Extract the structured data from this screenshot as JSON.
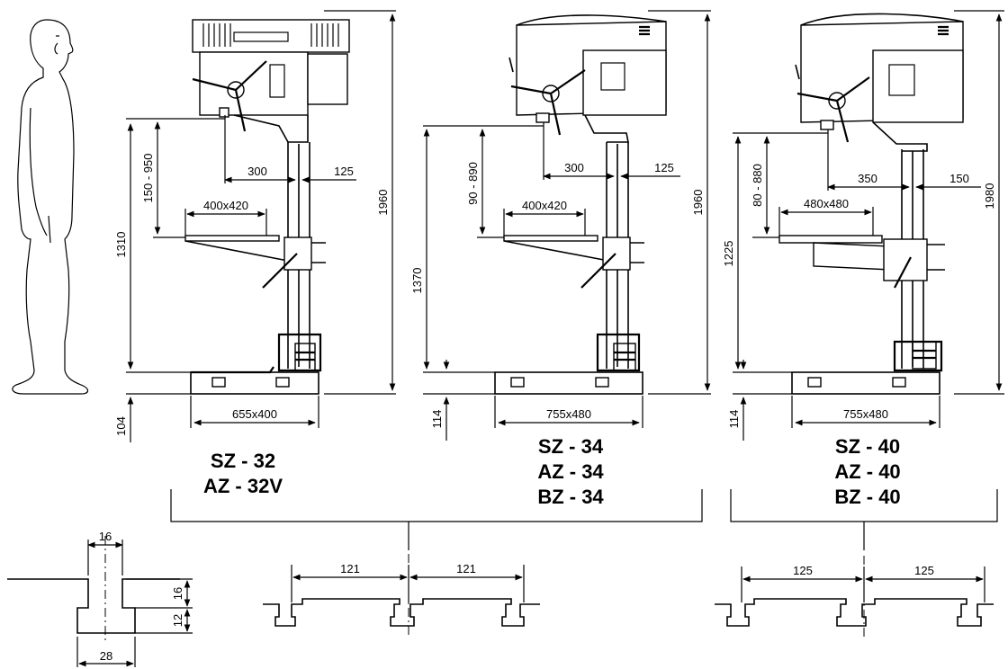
{
  "drill_1": {
    "models": [
      "SZ - 32",
      "AZ - 32V"
    ],
    "height": "1960",
    "spindle_to_base": "1310",
    "stroke_range": "150 - 950",
    "throat": "300",
    "column": "125",
    "table": "400x420",
    "base": "655x400",
    "base_height": "104"
  },
  "drill_2": {
    "models": [
      "SZ - 34",
      "AZ - 34",
      "BZ - 34"
    ],
    "height": "1960",
    "spindle_to_base": "1370",
    "stroke_range": "90 - 890",
    "throat": "300",
    "column": "125",
    "table": "400x420",
    "base": "755x480",
    "base_height": "114"
  },
  "drill_3": {
    "models": [
      "SZ - 40",
      "AZ - 40",
      "BZ - 40"
    ],
    "height": "1980",
    "spindle_to_base": "1225",
    "stroke_range": "80 - 880",
    "throat": "350",
    "column": "150",
    "table": "480x480",
    "base": "755x480",
    "base_height": "114"
  },
  "t_slot": {
    "top_width": "16",
    "neck_height": "16",
    "foot_height": "12",
    "foot_width": "28"
  },
  "slots_small": {
    "left": "121",
    "right": "121"
  },
  "slots_large": {
    "left": "125",
    "right": "125"
  }
}
